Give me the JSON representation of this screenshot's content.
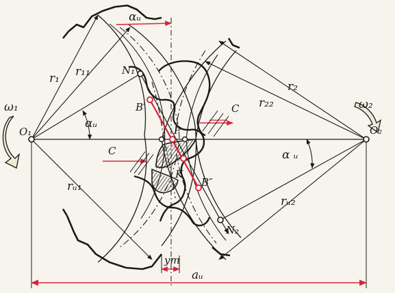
{
  "colors": {
    "ink": "#1a1a1a",
    "accent": "#d8243d",
    "paper": "#f6f4ec"
  },
  "labels": {
    "O1": "O₁",
    "O2": "O₂",
    "omega1": "ω₁",
    "omega2": "ω₂",
    "r1": "r₁",
    "rb1": "r₁₁",
    "rw1": "rᵤ₁",
    "r2": "r₂",
    "rb2": "r₂₂",
    "rw2": "rᵤ₂",
    "N1": "N₁",
    "N2": "N₂",
    "B1": "B′",
    "B2": "B″",
    "P": "P",
    "K": "K",
    "C_top": "C",
    "C_left": "C",
    "alpha_top": "αᵤ",
    "alpha_left": "αᵤ",
    "alpha_right": "α ᵤ",
    "ym": "ym",
    "aw": "aᵤ"
  }
}
